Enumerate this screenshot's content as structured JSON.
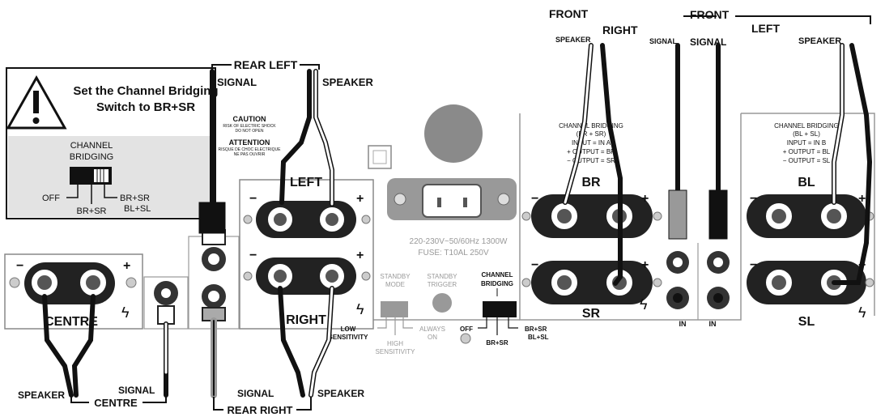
{
  "warning": {
    "line1": "Set the Channel Bridging",
    "line2": "Switch to BR+SR",
    "switch_title_1": "CHANNEL",
    "switch_title_2": "BRIDGING",
    "off": "OFF",
    "br_sr": "BR+SR",
    "br_sr_bl_sl_1": "BR+SR",
    "br_sr_bl_sl_2": "BL+SL"
  },
  "panel": {
    "caution_title": "CAUTION",
    "caution_text_1": "RISK OF ELECTRIC SHOCK",
    "caution_text_2": "DO NOT OPEN",
    "attention_title": "ATTENTION",
    "attention_text_1": "RISQUE DE CHOC ELECTRIQUE",
    "attention_text_2": "NE PAS OUVRIR",
    "power_rating": "220-230V~50/60Hz 1300W",
    "fuse": "FUSE: T10AL 250V",
    "standby_mode_1": "STANDBY",
    "standby_mode_2": "MODE",
    "standby_trigger_1": "STANDBY",
    "standby_trigger_2": "TRIGGER",
    "always_on_1": "ALWAYS",
    "always_on_2": "ON",
    "high_sens_1": "HIGH",
    "high_sens_2": "SENSITIVITY",
    "low_sens_1": "LOW",
    "low_sens_2": "SENSITIVITY",
    "cb_1": "CHANNEL",
    "cb_2": "BRIDGING",
    "cb_off": "OFF",
    "cb_br_sr": "BR+SR",
    "cb_r1": "BR+SR",
    "cb_r2": "BL+SL"
  },
  "terminals": {
    "centre": "CENTRE",
    "left": "LEFT",
    "right": "RIGHT",
    "br": "BR",
    "sr": "SR",
    "bl": "BL",
    "sl": "SL",
    "in": "IN",
    "minus": "−",
    "plus": "+"
  },
  "br_info": {
    "line1": "CHANNEL BRIDGING",
    "line2": "(BR + SR)",
    "line3": "INPUT = IN A",
    "line4": "+ OUTPUT = BR",
    "line5": "− OUTPUT = SR"
  },
  "bl_info": {
    "line1": "CHANNEL BRIDGING",
    "line2": "(BL + SL)",
    "line3": "INPUT = IN B",
    "line4": "+ OUTPUT = BL",
    "line5": "− OUTPUT = SL"
  },
  "labels": {
    "rear_left": "REAR LEFT",
    "rear_left_signal": "SIGNAL",
    "rear_left_speaker": "SPEAKER",
    "front_right_front": "FRONT",
    "front_right_right": "RIGHT",
    "front_right_speaker": "SPEAKER",
    "front_left_front": "FRONT",
    "front_left_left": "LEFT",
    "front_signal_a": "SIGNAL",
    "front_signal_b": "SIGNAL",
    "front_left_speaker": "SPEAKER",
    "centre_speaker": "SPEAKER",
    "centre_signal": "SIGNAL",
    "centre": "CENTRE",
    "rear_right_signal": "SIGNAL",
    "rear_right_speaker": "SPEAKER",
    "rear_right": "REAR RIGHT"
  }
}
